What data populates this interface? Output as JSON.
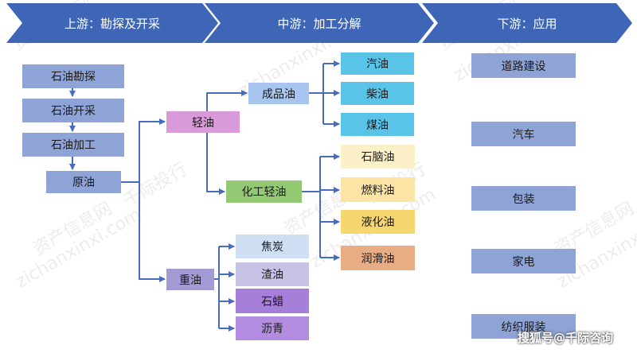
{
  "header": {
    "stages": [
      "上游：勘探及开采",
      "中游：加工分解",
      "下游：应用"
    ],
    "color": "#3f66b6"
  },
  "upstream": [
    "石油勘探",
    "石油开采",
    "石油加工",
    "原油"
  ],
  "midstream": {
    "light_oil": "轻油",
    "heavy_oil": "重油",
    "refined_oil": "成品油",
    "chemical_light_oil": "化工轻油",
    "refined_products": [
      "汽油",
      "柴油",
      "煤油"
    ],
    "chemical_products": [
      "石脑油",
      "燃料油",
      "液化油",
      "润滑油"
    ],
    "heavy_products": [
      "焦炭",
      "渣油",
      "石蜡",
      "沥青"
    ]
  },
  "downstream": [
    "道路建设",
    "汽车",
    "包装",
    "家电",
    "纺织服装"
  ],
  "watermark": {
    "texts": [
      "资产信息网",
      "zichanxinxi.com",
      "千际投行"
    ]
  },
  "credit": "搜狐号@千际咨询",
  "colors": {
    "upstream_box": "#8fa4d6",
    "light_oil": "#d99ad9",
    "heavy_oil": "#a29ad3",
    "refined_oil": "#a8c5f0",
    "chemical_light_oil": "#93c973",
    "refined_products": "#5ac3e8",
    "chemical_products": [
      "#fbf0c8",
      "#fbe4a4",
      "#f6d66f",
      "#e8ad84"
    ],
    "heavy_products": [
      "#cfe0f5",
      "#c6c3e6",
      "#a57fd8",
      "#b38ee0"
    ],
    "downstream_box": "#8fa4d6",
    "connector": "#4a6cc0"
  }
}
